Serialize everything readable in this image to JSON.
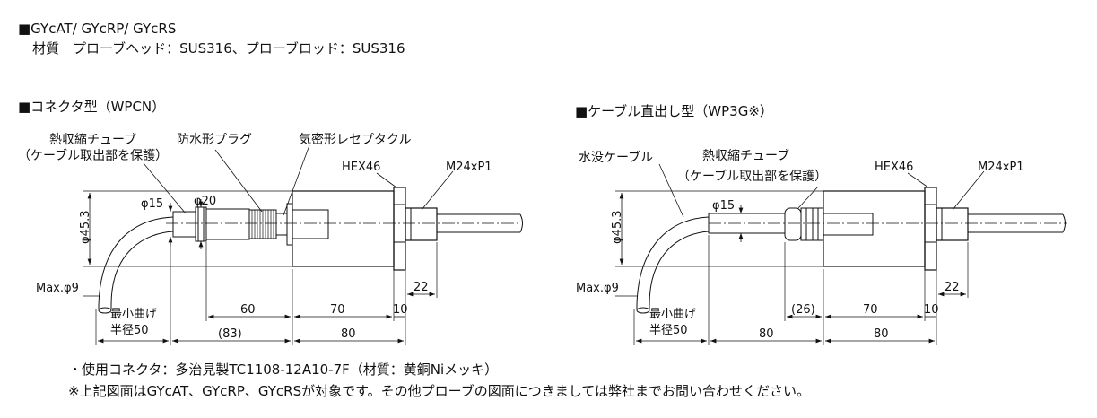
{
  "header": {
    "models": "■GYcAT/ GYcRP/ GYcRS",
    "material": "材質　プローブヘッド：SUS316、プローブロッド：SUS316"
  },
  "left": {
    "title": "■コネクタ型（WPCN）",
    "labels": {
      "shrink_tube": "熱収縮チューブ",
      "shrink_tube_note": "（ケーブル取出部を保護）",
      "waterproof_plug": "防水形プラグ",
      "receptacle": "気密形レセプタクル",
      "hex": "HEX46",
      "thread": "M24xP1",
      "dia_body": "φ45.3",
      "dia_15": "φ15",
      "dia_20": "φ20",
      "max_dia": "Max.φ9",
      "min_bend_1": "最小曲げ",
      "min_bend_2": "半径50",
      "dim_60": "60",
      "dim_70": "70",
      "dim_10": "10",
      "dim_22": "22",
      "dim_83": "(83)",
      "dim_80": "80"
    }
  },
  "right": {
    "title": "■ケーブル直出し型（WP3G※）",
    "labels": {
      "cable": "水没ケーブル",
      "shrink_tube": "熱収縮チューブ",
      "shrink_tube_note": "（ケーブル取出部を保護）",
      "hex": "HEX46",
      "thread": "M24xP1",
      "dia_body": "φ45.3",
      "dia_15": "φ15",
      "max_dia": "Max.φ9",
      "min_bend_1": "最小曲げ",
      "min_bend_2": "半径50",
      "dim_26": "(26)",
      "dim_70": "70",
      "dim_10": "10",
      "dim_22": "22",
      "dim_80a": "80",
      "dim_80b": "80"
    }
  },
  "notes": {
    "connector": "・使用コネクタ：多治見製TC1108-12A10-7F（材質：黄銅Niメッキ）",
    "disclaimer": "※上記図面はGYcAT、GYcRP、GYcRSが対象です。その他プローブの図面につきましては弊社までお問い合わせください。"
  }
}
